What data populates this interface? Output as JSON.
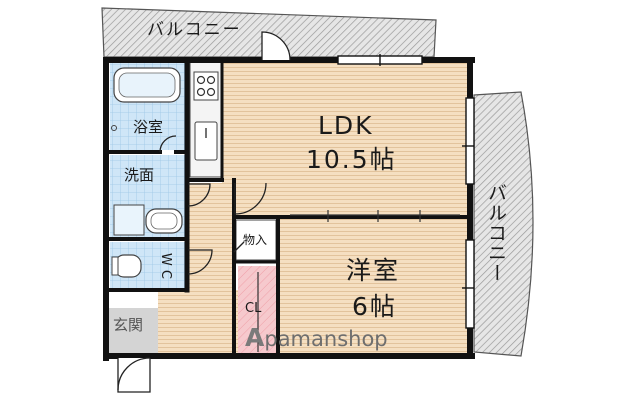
{
  "rooms": {
    "balcony_top": "バルコニー",
    "balcony_right": "バルコニー",
    "bath": "浴室",
    "washroom": "洗面",
    "wc": "WC",
    "ldk_name": "LDK",
    "ldk_size": "10.5帖",
    "western_name": "洋室",
    "western_size": "6帖",
    "storage": "物入",
    "closet": "CL",
    "entrance": "玄関"
  },
  "watermark": {
    "text": "Apamanshop",
    "logo_letter": "A",
    "rest": "pamanshop"
  },
  "colors": {
    "wall": "#111111",
    "floor_wood": "#f5dfc1",
    "floor_grain": "#e2c39c",
    "balcony_hatch": "#9a9a9a",
    "tile_blue": "#cfe6f7",
    "closet_pink": "#f6c9cd",
    "entrance_gray": "#d4d4d4"
  }
}
